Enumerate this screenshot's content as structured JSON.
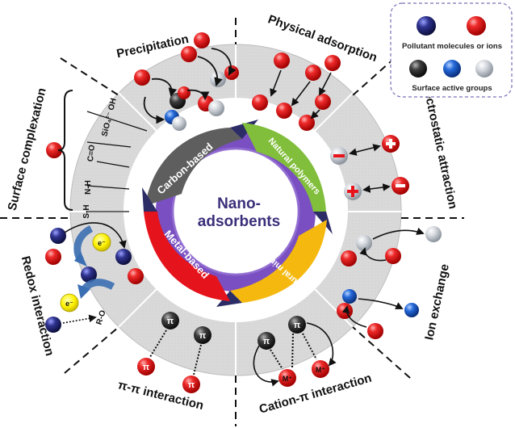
{
  "center_title_line1": "Nano-",
  "center_title_line2": "adsorbents",
  "materials": {
    "carbon": "Carbon-based",
    "natural_polymers": "Natural polymers",
    "natural_minerals": "Natural minerals",
    "metal": "Metal-based"
  },
  "mechanisms": {
    "precipitation": "Precipitation",
    "physical_adsorption": "Physical adsorption",
    "electrostatic_attraction": "Electrostatic attraction",
    "ion_exchange": "Ion exchange",
    "cation_pi": "Cation-π interaction",
    "pi_pi": "π-π interaction",
    "redox": "Redox interaction",
    "surface_complexation": "Surface complexation"
  },
  "legend": {
    "pollutant_label": "Pollutant molecules or ions",
    "surface_label": "Surface active groups"
  },
  "functional_groups": [
    "SiO₄²⁻ OH",
    "C=O",
    "N-H",
    "S-H"
  ],
  "redox_group": "R-O",
  "symbols": {
    "electron": "e⁻",
    "pi": "π",
    "metal": "M⁺",
    "minus": "−",
    "plus": "+"
  },
  "colors": {
    "pollutant_red": "#e8141c",
    "pollutant_navy": "#2b2f8a",
    "surface_black": "#333333",
    "surface_blue": "#1f63d6",
    "surface_grey": "#c9ced6",
    "ring": "#d4d4d4",
    "carbon": "#5a5a5a",
    "natural_polymers": "#7ebd3a",
    "natural_minerals": "#f2b90c",
    "metal": "#e5131c",
    "center_text": "#3b2e7a",
    "core_ring": "#7a4fc1"
  }
}
